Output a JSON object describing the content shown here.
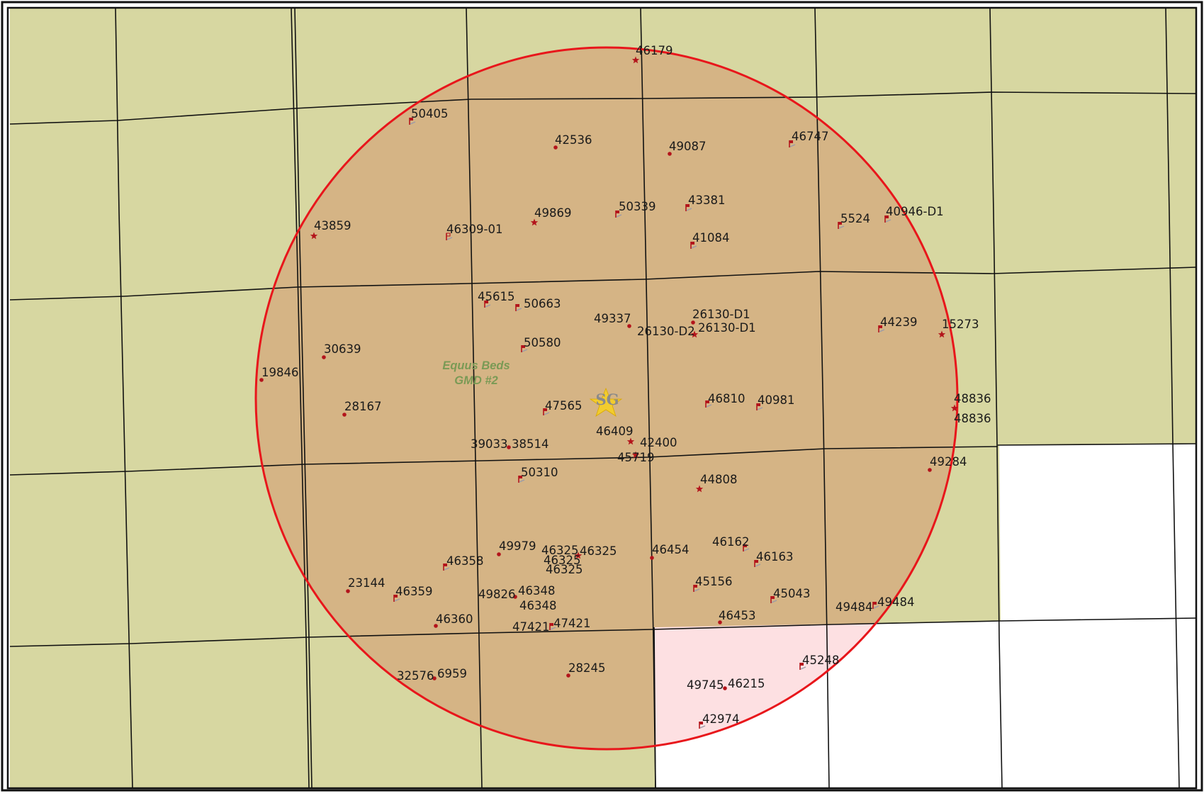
{
  "map": {
    "region_label": [
      "Equus Beds",
      "GMD #2"
    ],
    "center_label": "SG",
    "colors": {
      "gmd_fill": "#d7d7a1",
      "buffer_fill": "#d5b485",
      "outside_fill": "#ffffff",
      "pink_fill": "#fde0e2",
      "circle_stroke": "#e8161b",
      "section_line": "#111111",
      "marker_red": "#b3141b",
      "center_star": "#f2cc2e",
      "region_text": "#7a9a55"
    },
    "well_ids": [
      "46179",
      "50405",
      "42536",
      "49087",
      "46747",
      "43859",
      "46309-01",
      "49869",
      "50339",
      "43381",
      "41084",
      "5524",
      "40946-D1",
      "45615",
      "50663",
      "49337",
      "26130-D1",
      "26130-D2",
      "26130-D1",
      "44239",
      "15273",
      "50580",
      "30639",
      "19846",
      "28167",
      "47565",
      "46810",
      "40981",
      "48836",
      "48836",
      "39033",
      "38514",
      "46409",
      "42400",
      "45719",
      "50310",
      "44808",
      "49284",
      "49979",
      "46325",
      "46325",
      "46325",
      "46325",
      "46358",
      "46454",
      "46162",
      "46163",
      "23144",
      "46359",
      "49826",
      "46348",
      "46348",
      "45156",
      "45043",
      "49484",
      "49484",
      "46360",
      "47421",
      "47421",
      "46453",
      "32576",
      "6959",
      "28245",
      "45248",
      "49745",
      "46215",
      "42974"
    ]
  }
}
